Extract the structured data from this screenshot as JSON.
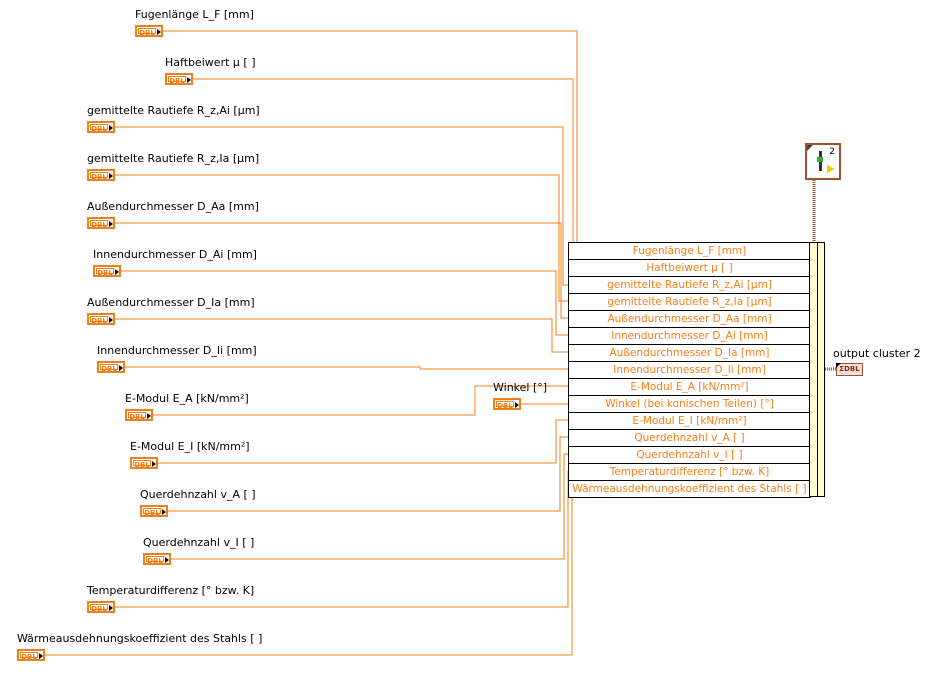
{
  "controls": [
    {
      "label": "Fugenlänge L_F [mm]",
      "type": "DBL"
    },
    {
      "label": "Haftbeiwert µ [ ]",
      "type": "DBL"
    },
    {
      "label": "gemittelte Rautiefe R_z,Ai [µm]",
      "type": "DBL"
    },
    {
      "label": "gemittelte Rautiefe R_z,Ia [µm]",
      "type": "DBL"
    },
    {
      "label": "Außendurchmesser D_Aa [mm]",
      "type": "DBL"
    },
    {
      "label": "Innendurchmesser D_Ai [mm]",
      "type": "DBL"
    },
    {
      "label": "Außendurchmesser D_Ia [mm]",
      "type": "DBL"
    },
    {
      "label": "Innendurchmesser D_Ii [mm]",
      "type": "DBL"
    },
    {
      "label": "E-Modul E_A [kN/mm²]",
      "type": "DBL"
    },
    {
      "label": "Winkel [°]",
      "type": "DBL"
    },
    {
      "label": "E-Modul E_I [kN/mm²]",
      "type": "DBL"
    },
    {
      "label": "Querdehnzahl v_A [ ]",
      "type": "DBL"
    },
    {
      "label": "Querdehnzahl v_I [ ]",
      "type": "DBL"
    },
    {
      "label": "Temperaturdifferenz [° bzw. K]",
      "type": "DBL"
    },
    {
      "label": "Wärmeausdehnungskoeffizient des Stahls [ ]",
      "type": "DBL"
    }
  ],
  "bundle_rows": [
    "Fugenlänge L_F [mm]",
    "Haftbeiwert µ [ ]",
    "gemittelte Rautiefe R_z,Ai [µm]",
    "gemittelte Rautiefe R_z,Ia [µm]",
    "Außendurchmesser D_Aa [mm]",
    "Innendurchmesser D_Ai [mm]",
    "Außendurchmesser D_Ia [mm]",
    "Innendurchmesser D_Ii [mm]",
    "E-Modul E_A [kN/mm²]",
    "Winkel (bei konischen Teilen) [°]",
    "E-Modul E_I [kN/mm²]",
    "Querdehnzahl v_A [ ]",
    "Querdehnzahl v_I [ ]",
    "Temperaturdifferenz [° bzw. K]",
    "Wärmeausdehnungskoeffizient des Stahls [ ]"
  ],
  "constant": {
    "value": "2"
  },
  "indicator": {
    "label": "output cluster 2",
    "type": "ΣDBL"
  },
  "colors": {
    "wire_dbl": "#f57f17",
    "wire_cluster": "#a0522d",
    "bundle_text": "#f57f17"
  }
}
